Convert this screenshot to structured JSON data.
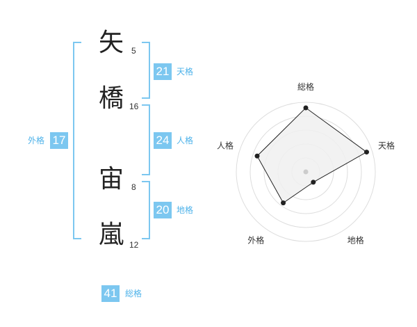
{
  "name": {
    "chars": [
      {
        "char": "矢",
        "strokes": "5"
      },
      {
        "char": "橋",
        "strokes": "16"
      },
      {
        "char": "宙",
        "strokes": "8"
      },
      {
        "char": "嵐",
        "strokes": "12"
      }
    ]
  },
  "fortune": {
    "tenkaku": {
      "value": "21",
      "label": "天格"
    },
    "jinkaku": {
      "value": "24",
      "label": "人格"
    },
    "chikaku": {
      "value": "20",
      "label": "地格"
    },
    "gaikaku": {
      "value": "17",
      "label": "外格"
    },
    "soukaku": {
      "value": "41",
      "label": "総格"
    }
  },
  "chart_data": {
    "type": "radar",
    "axes": [
      "総格",
      "天格",
      "地格",
      "外格",
      "人格"
    ],
    "values": [
      5,
      5,
      1,
      3,
      4
    ],
    "range": [
      0,
      5
    ],
    "rings": 4,
    "colors": {
      "fill": "#f0f0f0",
      "line": "#222222",
      "grid": "#dddddd",
      "point": "#222222",
      "center": "#cccccc"
    }
  }
}
